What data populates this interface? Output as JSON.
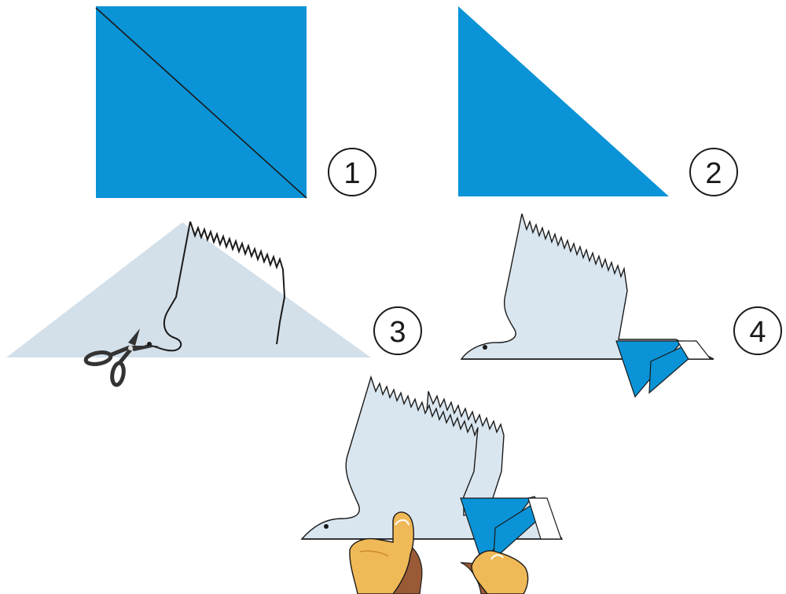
{
  "steps": [
    {
      "number": "1",
      "description": "blue-square-with-diagonal-fold"
    },
    {
      "number": "2",
      "description": "square-folded-into-triangle"
    },
    {
      "number": "3",
      "description": "cut-bird-outline-with-scissors"
    },
    {
      "number": "4",
      "description": "fold-blue-tail-triangles"
    }
  ],
  "final": {
    "description": "hands-holding-finished-paper-bird"
  },
  "colors": {
    "paper_blue": "#0a93d6",
    "paper_light": "#d3e0ea",
    "paper_light_fill": "#dae6ef",
    "hand_skin": "#f0b957",
    "hand_shadow": "#c98a2e",
    "sleeve": "#9a5a36",
    "outline": "#1a1a1a"
  }
}
